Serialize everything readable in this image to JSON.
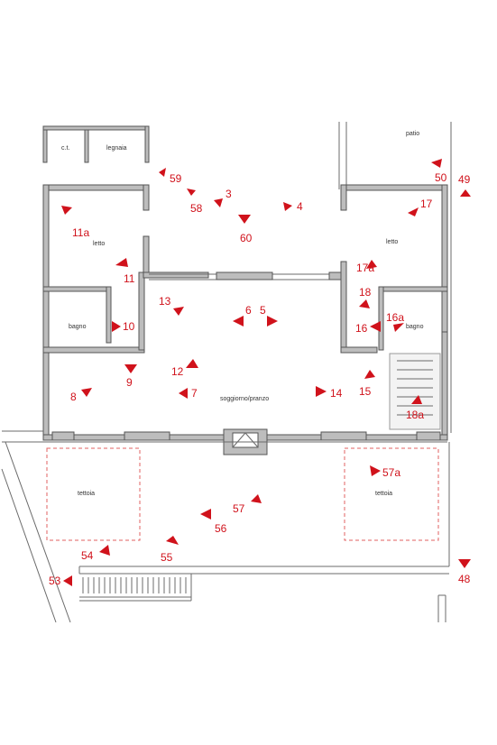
{
  "rooms": {
    "ct": "c.t.",
    "legnaia": "legnaia",
    "patio": "patio",
    "letto_left": "letto",
    "letto_right": "letto",
    "bagno_left": "bagno",
    "bagno_right": "bagno",
    "soggiorno": "soggiorno/pranzo",
    "tettoia_left": "tettoia",
    "tettoia_right": "tettoia"
  },
  "markers": [
    {
      "label": "59"
    },
    {
      "label": "3"
    },
    {
      "label": "58"
    },
    {
      "label": "4"
    },
    {
      "label": "60"
    },
    {
      "label": "50"
    },
    {
      "label": "49"
    },
    {
      "label": "17"
    },
    {
      "label": "11a"
    },
    {
      "label": "11"
    },
    {
      "label": "17a"
    },
    {
      "label": "18"
    },
    {
      "label": "13"
    },
    {
      "label": "6"
    },
    {
      "label": "5"
    },
    {
      "label": "16a"
    },
    {
      "label": "10"
    },
    {
      "label": "16"
    },
    {
      "label": "9"
    },
    {
      "label": "12"
    },
    {
      "label": "8"
    },
    {
      "label": "7"
    },
    {
      "label": "14"
    },
    {
      "label": "15"
    },
    {
      "label": "18a"
    },
    {
      "label": "57a"
    },
    {
      "label": "57"
    },
    {
      "label": "56"
    },
    {
      "label": "54"
    },
    {
      "label": "55"
    },
    {
      "label": "53"
    },
    {
      "label": "48"
    }
  ],
  "colors": {
    "marker": "#d0121b",
    "wall": "#bdbdbd",
    "dashed": "#e06060"
  }
}
